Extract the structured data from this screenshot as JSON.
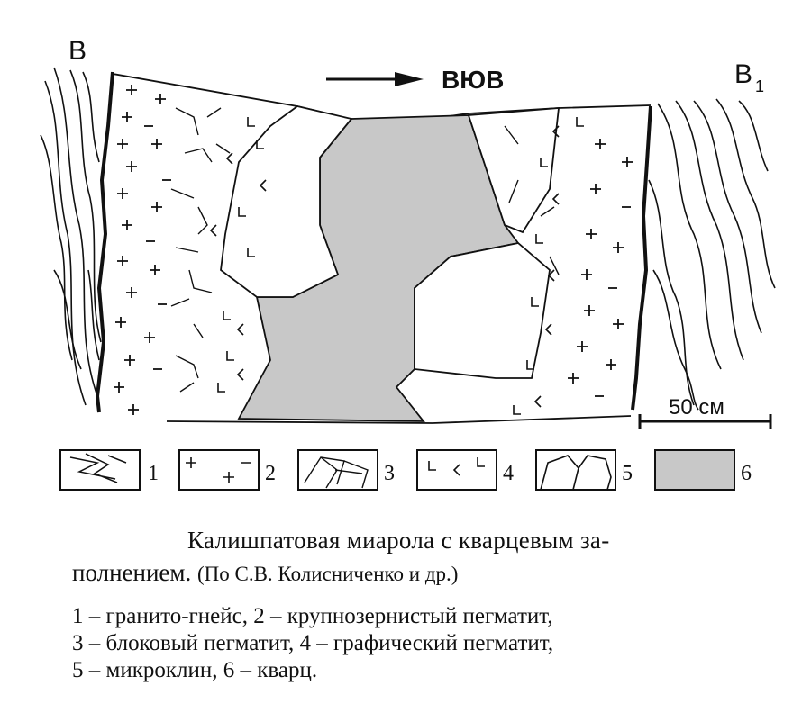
{
  "diagram": {
    "section_start_label": "B",
    "section_end_label_main": "B",
    "section_end_label_sub": "1",
    "direction_label": "ВЮВ",
    "scale_label": "50 см",
    "legend_numbers": [
      "1",
      "2",
      "3",
      "4",
      "5",
      "6"
    ],
    "colors": {
      "quartz": "#c8c8c8",
      "line": "#111111"
    }
  },
  "caption": {
    "title_line1": "Калишпатовая миарола с кварцевым за-",
    "title_line2_main": "полнением.",
    "title_line2_source": "(По С.В. Колисниченко и др.)"
  },
  "legend_text": {
    "line1": "1 – гранито-гнейс, 2 – крупнозернистый пегматит,",
    "line2": "3 – блоковый пегматит, 4 – графический пегматит,",
    "line3": "5 – микроклин, 6 – кварц."
  }
}
